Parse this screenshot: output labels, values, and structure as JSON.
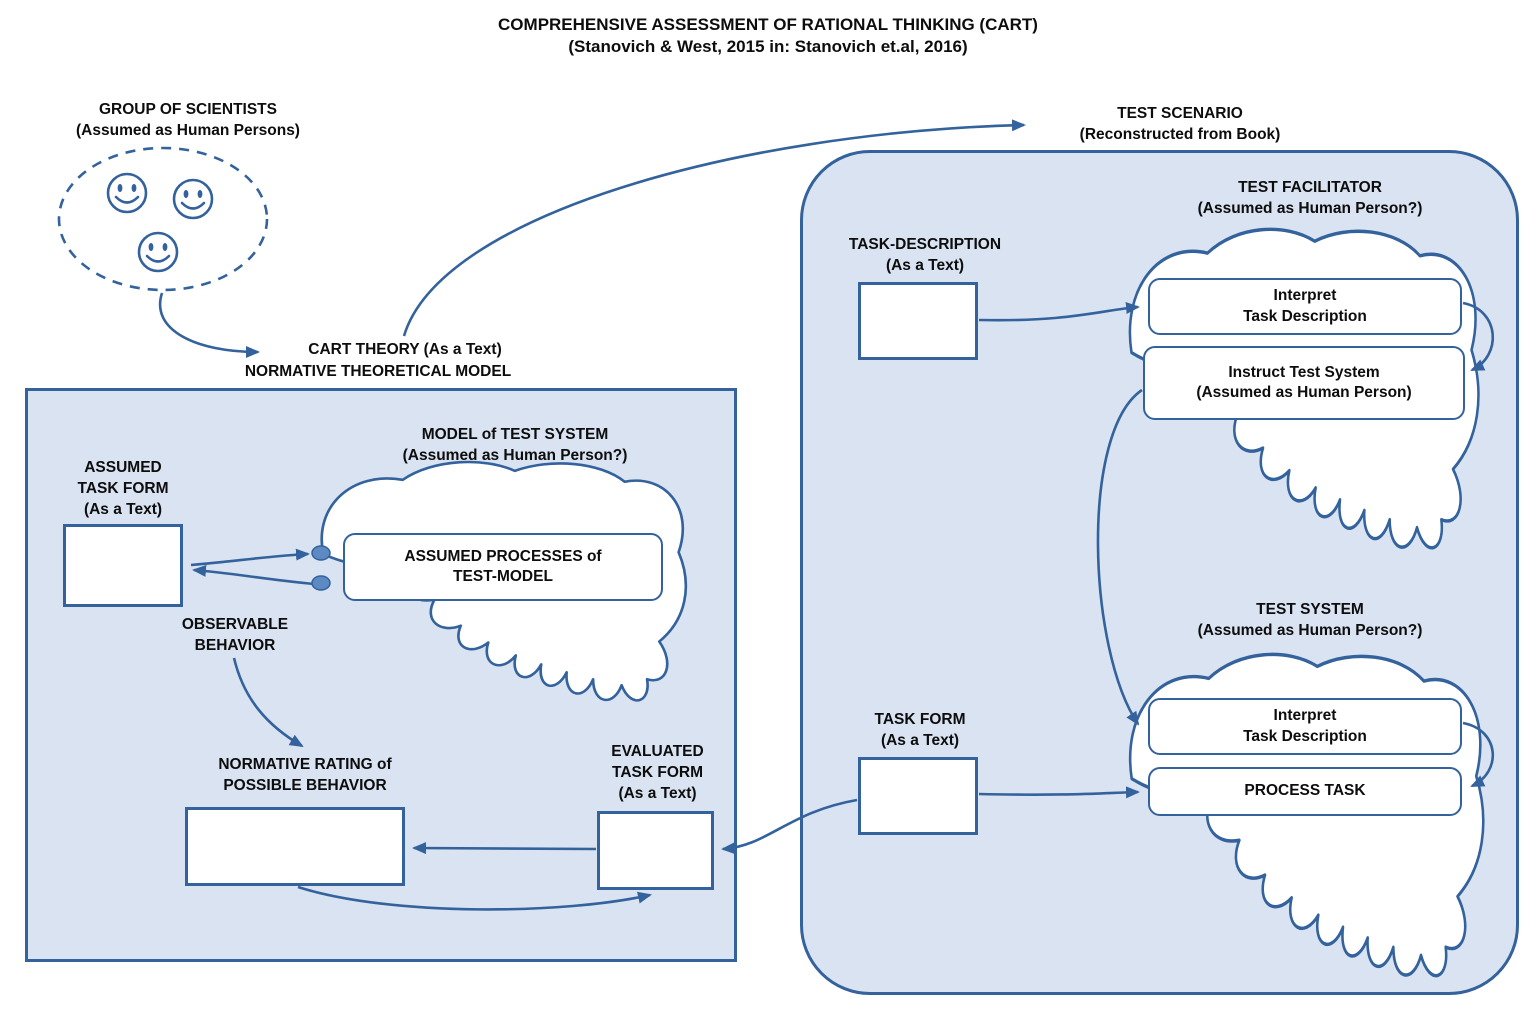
{
  "colors": {
    "accent": "#33629c",
    "panel_fill": "#d9e3f1",
    "connector_fill": "#5d8ac2"
  },
  "title": "COMPREHENSIVE ASSESSMENT OF RATIONAL THINKING (CART)\n(Stanovich & West, 2015 in: Stanovich et.al, 2016)",
  "scientists": {
    "label": "GROUP OF SCIENTISTS\n(Assumed as Human Persons)"
  },
  "cart_theory": {
    "label": "CART THEORY (As a Text)",
    "model_label": "NORMATIVE THEORETICAL MODEL"
  },
  "left_panel": {
    "model_title": "MODEL of TEST SYSTEM\n(Assumed as Human Person?)",
    "assumed_task_form_label": "ASSUMED\nTASK FORM\n(As a Text)",
    "assumed_processes_label": "ASSUMED PROCESSES of\nTEST-MODEL",
    "observable_behavior_label": "OBSERVABLE\nBEHAVIOR",
    "normative_rating_label": "NORMATIVE RATING of\nPOSSIBLE BEHAVIOR",
    "evaluated_task_form_label": "EVALUATED\nTASK FORM\n(As a Text)"
  },
  "right_panel": {
    "title": "TEST SCENARIO\n(Reconstructed from Book)",
    "task_description_label": "TASK-DESCRIPTION\n(As a Text)",
    "facilitator": {
      "title": "TEST FACILITATOR\n(Assumed as Human Person?)",
      "interpret_label": "Interpret\nTask Description",
      "instruct_label": "Instruct Test System\n(Assumed as Human Person)"
    },
    "task_form_label": "TASK FORM\n(As a Text)",
    "test_system": {
      "title": "TEST SYSTEM\n(Assumed as Human Person?)",
      "interpret_label": "Interpret\nTask Description",
      "process_task_label": "PROCESS TASK"
    }
  }
}
